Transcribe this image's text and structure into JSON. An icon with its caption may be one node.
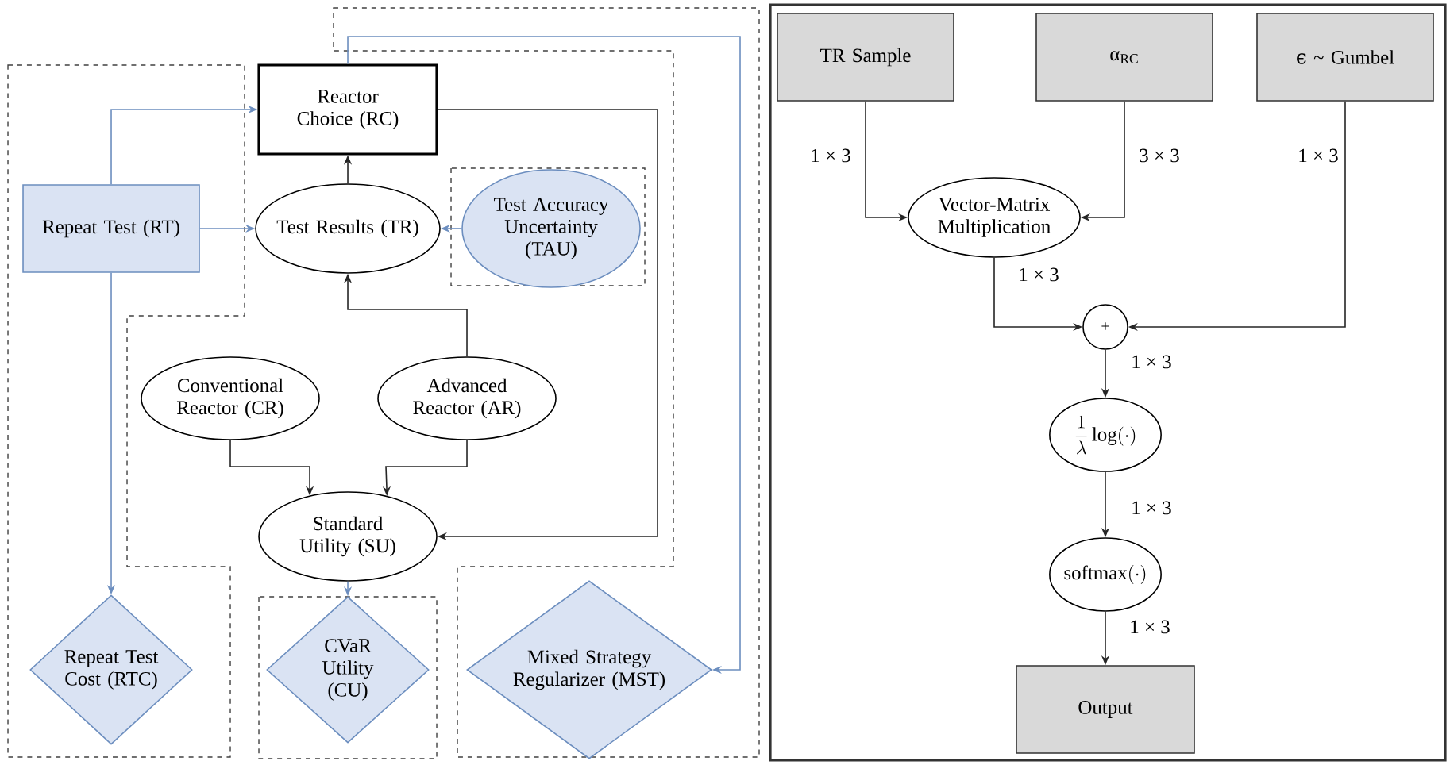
{
  "diagram": {
    "nodes": [
      {
        "text": [
          "Reactor Choice (RC)"
        ]
      },
      {
        "text": [
          "Repeat Test (RT)"
        ]
      },
      {
        "text": [
          "Test Results (TR)"
        ]
      },
      {
        "text": [
          "Test Accuracy Uncertainty (TAU)"
        ]
      },
      {
        "text": [
          "Conventional Reactor (CR)"
        ]
      },
      {
        "text": [
          "Advanced Reactor (AR)"
        ]
      },
      {
        "text": [
          "Standard Utility (SU)"
        ]
      },
      {
        "text": [
          "Repeat Test Cost (RTC)"
        ]
      },
      {
        "text": [
          "CVaR Utility (CU)"
        ]
      },
      {
        "text": [
          "Mixed Strategy Regularizer (MST)"
        ]
      },
      {
        "text": [
          "TR Sample"
        ]
      },
      {
        "text": [
          "α$_{RC}$"
        ]
      },
      {
        "text": [
          "ϵ ~ Gumbel"
        ]
      },
      {
        "text": [
          "Vector-Matrix Multiplication"
        ]
      },
      {
        "text": [
          "+"
        ]
      },
      {
        "text": [
          "\\frac{1}{\\lambda}\\log(\\cdot)"
        ]
      },
      {
        "text": [
          "\\mathrm{softmax}(\\cdot)"
        ]
      },
      {
        "text": [
          "Output"
        ]
      }
    ],
    "edges": [
      {
        "from": 1,
        "to": 0,
        "arrow": "to",
        "color": "#6c8ebf"
      },
      {
        "from": 1,
        "to": 2,
        "arrow": "to",
        "color": "#6c8ebf"
      },
      {
        "from": 1,
        "to": 7,
        "arrow": "to",
        "color": "#6c8ebf"
      },
      {
        "from": 3,
        "to": 2,
        "arrow": "to",
        "color": "#6c8ebf"
      },
      {
        "from": 2,
        "to": 0,
        "arrow": "to"
      },
      {
        "from": 5,
        "to": 2,
        "arrow": "to"
      },
      {
        "from": 4,
        "to": 6,
        "arrow": "to"
      },
      {
        "from": 5,
        "to": 6,
        "arrow": "to"
      },
      {
        "from": 0,
        "to": 6,
        "arrow": "to"
      },
      {
        "from": 6,
        "to": 8,
        "arrow": "to",
        "color": "#6c8ebf"
      },
      {
        "from": 0,
        "to": 9,
        "arrow": "to",
        "color": "#6c8ebf"
      },
      {
        "from": 10,
        "to": 13,
        "arrow": "to",
        "label": "1 × 3"
      },
      {
        "from": 11,
        "to": 13,
        "arrow": "to",
        "label": "3 × 3"
      },
      {
        "from": 13,
        "to": 14,
        "arrow": "to",
        "label": "1 × 3"
      },
      {
        "from": 12,
        "to": 14,
        "arrow": "to",
        "label": "1 × 3"
      },
      {
        "from": 14,
        "to": 15,
        "arrow": "to",
        "label": "1 × 3"
      },
      {
        "from": 15,
        "to": 16,
        "arrow": "to",
        "label": "1 × 3"
      },
      {
        "from": 16,
        "to": 17,
        "arrow": "to",
        "label": "1 × 3"
      }
    ]
  }
}
